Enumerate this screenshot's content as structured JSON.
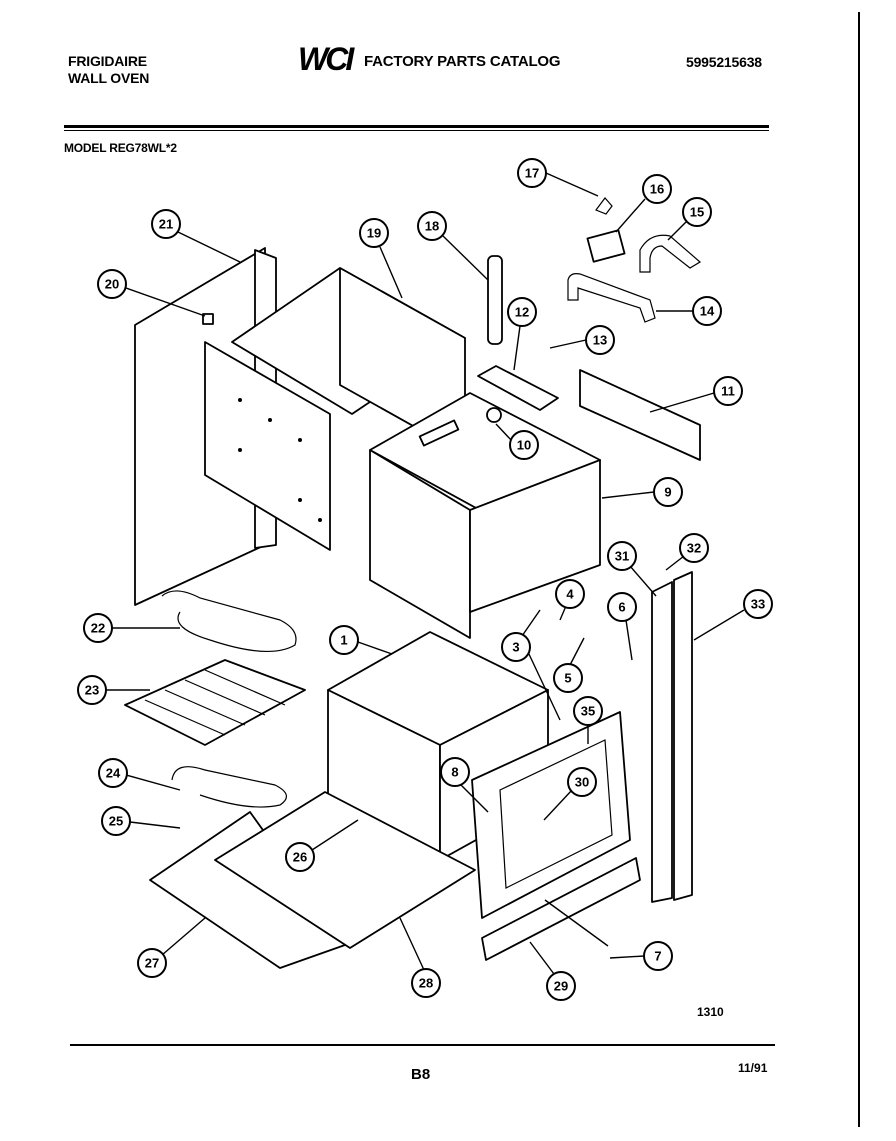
{
  "header": {
    "brand_line1": "FRIGIDAIRE",
    "brand_line2": "WALL OVEN",
    "logo_text": "WCI",
    "catalog_title": "FACTORY PARTS CATALOG",
    "part_number": "5995215638",
    "model_label": "MODEL REG78WL*2"
  },
  "diagram": {
    "callouts": [
      "1",
      "3",
      "4",
      "5",
      "6",
      "7",
      "8",
      "9",
      "10",
      "11",
      "12",
      "13",
      "14",
      "15",
      "16",
      "17",
      "18",
      "19",
      "20",
      "21",
      "22",
      "23",
      "24",
      "25",
      "26",
      "27",
      "28",
      "29",
      "30",
      "31",
      "32",
      "33",
      "35"
    ]
  },
  "footer": {
    "drawing_number": "1310",
    "page_label": "B8",
    "date_code": "11/91"
  }
}
